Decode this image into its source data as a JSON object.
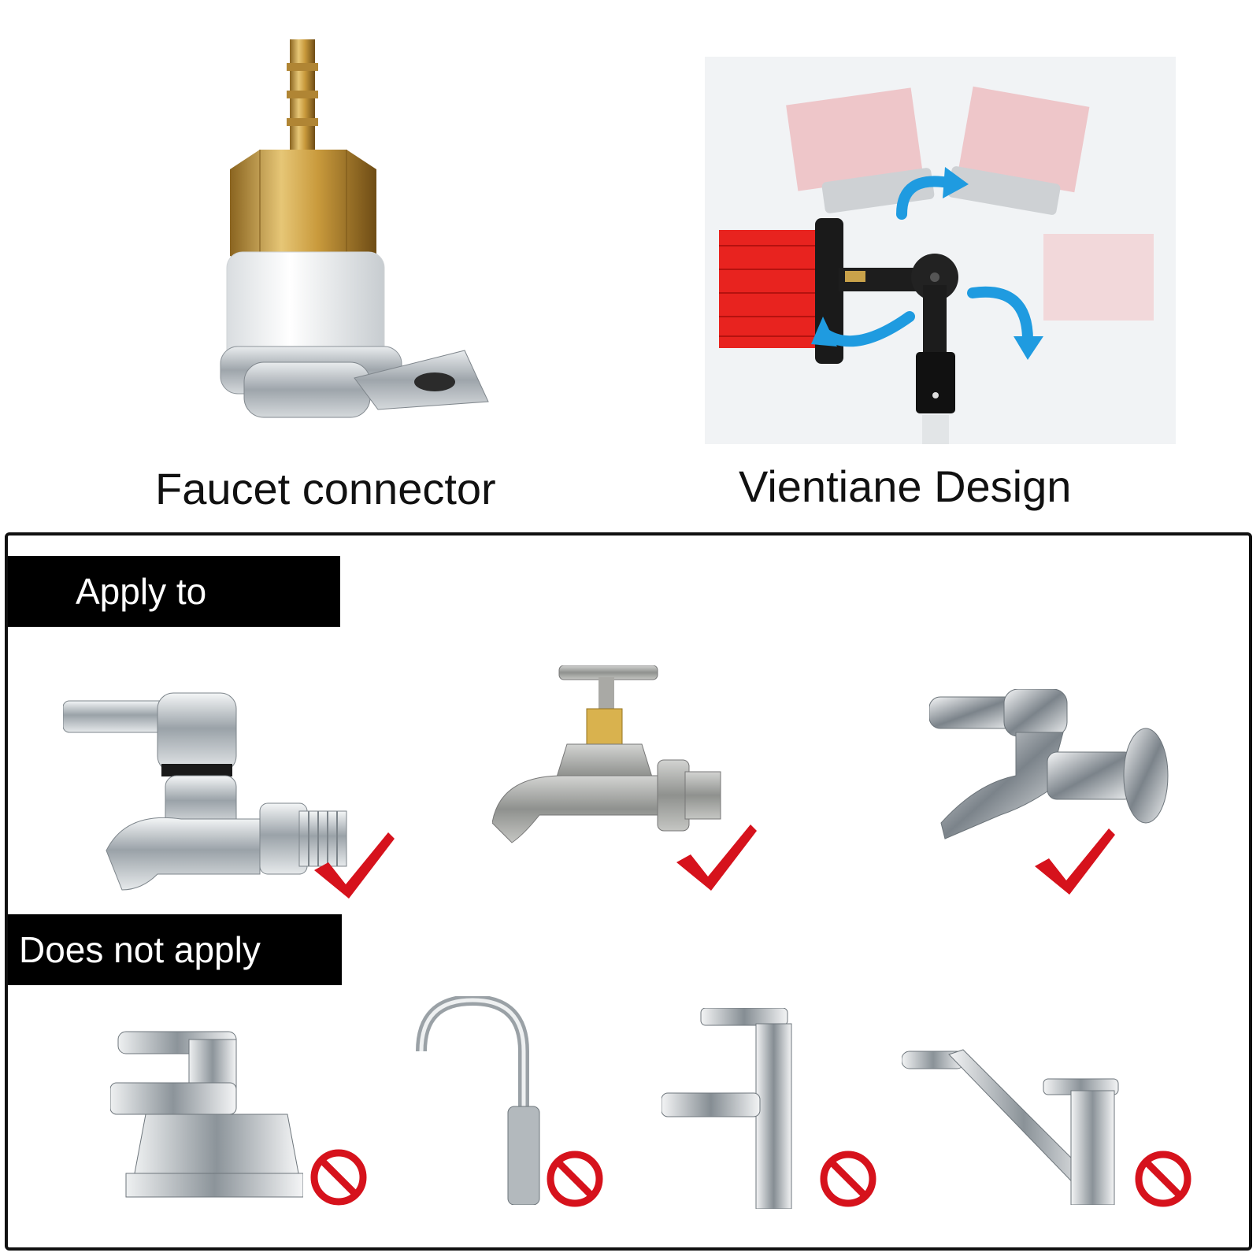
{
  "top": {
    "left_caption": "Faucet connector",
    "right_caption": "Vientiane Design"
  },
  "sections": {
    "apply_label": "Apply to",
    "not_apply_label": "Does not apply"
  },
  "colors": {
    "check": "#d6121c",
    "prohibit": "#d6121c",
    "brass": "#c9a24a",
    "bristle_red": "#e8231f",
    "arrow_blue": "#1f9be0"
  },
  "icons": {
    "apply": "checkmark-icon",
    "not_apply": "prohibited-icon"
  }
}
